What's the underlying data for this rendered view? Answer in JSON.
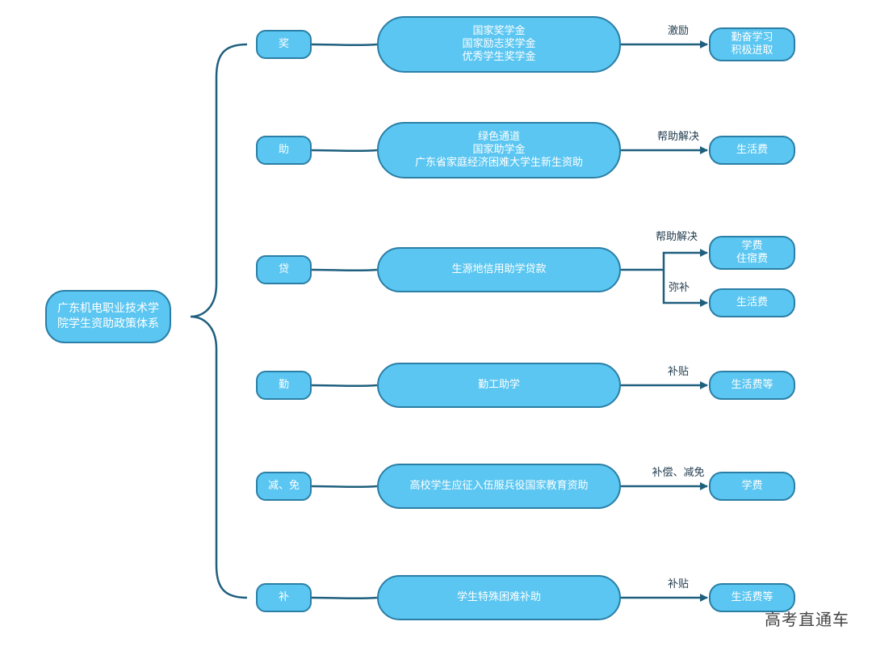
{
  "root": [
    "广东机电职业技术学",
    "院学生资助政策体系"
  ],
  "branches": [
    {
      "category": "奖",
      "policies": [
        "国家奖学金",
        "国家励志奖学金",
        "优秀学生奖学金"
      ],
      "outcomes": [
        {
          "label": "激励",
          "result": [
            "勤奋学习",
            "积极进取"
          ]
        }
      ]
    },
    {
      "category": "助",
      "policies": [
        "绿色通道",
        "国家助学金",
        "广东省家庭经济困难大学生新生资助"
      ],
      "outcomes": [
        {
          "label": "帮助解决",
          "result": [
            "生活费"
          ]
        }
      ]
    },
    {
      "category": "贷",
      "policies": [
        "生源地信用助学贷款"
      ],
      "outcomes": [
        {
          "label": "帮助解决",
          "result": [
            "学费",
            "住宿费"
          ]
        },
        {
          "label": "弥补",
          "result": [
            "生活费"
          ]
        }
      ]
    },
    {
      "category": "勤",
      "policies": [
        "勤工助学"
      ],
      "outcomes": [
        {
          "label": "补贴",
          "result": [
            "生活费等"
          ]
        }
      ]
    },
    {
      "category": "减、免",
      "policies": [
        "高校学生应征入伍服兵役国家教育资助"
      ],
      "outcomes": [
        {
          "label": "补偿、减免",
          "result": [
            "学费"
          ]
        }
      ]
    },
    {
      "category": "补",
      "policies": [
        "学生特殊困难补助"
      ],
      "outcomes": [
        {
          "label": "补贴",
          "result": [
            "生活费等"
          ]
        }
      ]
    }
  ],
  "watermark": "高考直通车",
  "colors": {
    "node_fill": "#5bc6f1",
    "node_border": "#2b7fa6",
    "connector": "#1f5f7e"
  }
}
